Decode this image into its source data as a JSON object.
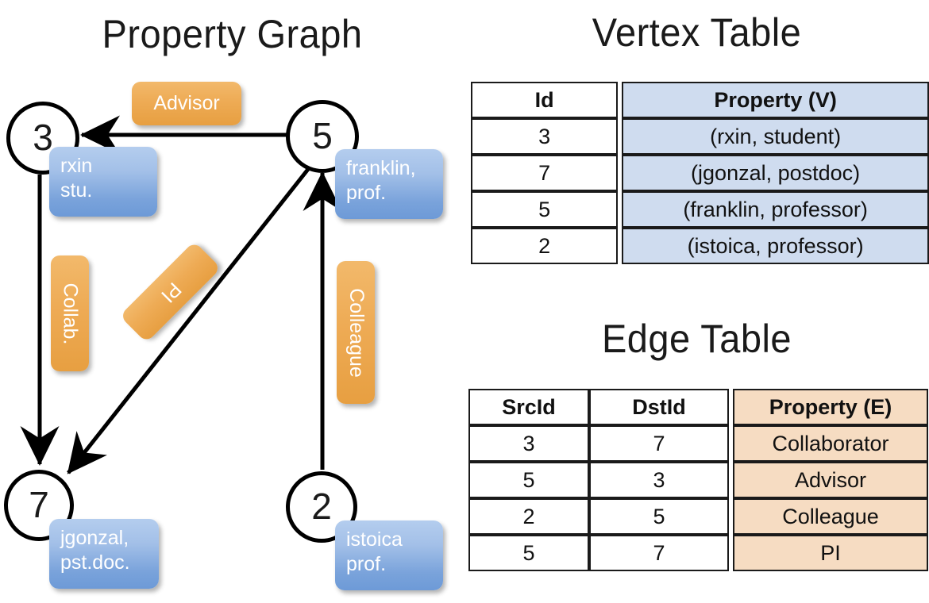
{
  "titles": {
    "property_graph": "Property Graph",
    "vertex_table": "Vertex Table",
    "edge_table": "Edge Table"
  },
  "graph": {
    "nodes": [
      {
        "id": "3",
        "property": "rxin\nstu."
      },
      {
        "id": "5",
        "property": "franklin,\nprof."
      },
      {
        "id": "7",
        "property": "jgonzal,\npst.doc."
      },
      {
        "id": "2",
        "property": "istoica\nprof."
      }
    ],
    "node_labels": {
      "n3": "3",
      "n5": "5",
      "n7": "7",
      "n2": "2"
    },
    "property_boxes": {
      "rxin_line1": "rxin",
      "rxin_line2": "stu.",
      "franklin_line1": "franklin,",
      "franklin_line2": "prof.",
      "jgonzal_line1": "jgonzal,",
      "jgonzal_line2": "pst.doc.",
      "istoica_line1": "istoica",
      "istoica_line2": "prof."
    },
    "edge_labels": {
      "advisor": "Advisor",
      "collab": "Collab.",
      "pi": "PI",
      "colleague": "Colleague"
    },
    "edges": [
      {
        "from": "5",
        "to": "3",
        "label": "Advisor"
      },
      {
        "from": "3",
        "to": "7",
        "label": "Collab."
      },
      {
        "from": "5",
        "to": "7",
        "label": "PI"
      },
      {
        "from": "2",
        "to": "5",
        "label": "Colleague"
      }
    ]
  },
  "vertex_table": {
    "headers": [
      "Id",
      "Property (V)"
    ],
    "rows": [
      {
        "id": "3",
        "property": "(rxin, student)"
      },
      {
        "id": "7",
        "property": "(jgonzal, postdoc)"
      },
      {
        "id": "5",
        "property": "(franklin, professor)"
      },
      {
        "id": "2",
        "property": "(istoica, professor)"
      }
    ]
  },
  "edge_table": {
    "headers": [
      "SrcId",
      "DstId",
      "Property (E)"
    ],
    "rows": [
      {
        "src": "3",
        "dst": "7",
        "property": "Collaborator"
      },
      {
        "src": "5",
        "dst": "3",
        "property": "Advisor"
      },
      {
        "src": "2",
        "dst": "5",
        "property": "Colleague"
      },
      {
        "src": "5",
        "dst": "7",
        "property": "PI"
      }
    ]
  },
  "colors": {
    "vertex_property_bg": "#cfdcef",
    "edge_property_bg": "#f6dcc2",
    "node_box_blue": "#7aa3db",
    "edge_label_orange": "#eeab55",
    "stroke": "#000000"
  }
}
